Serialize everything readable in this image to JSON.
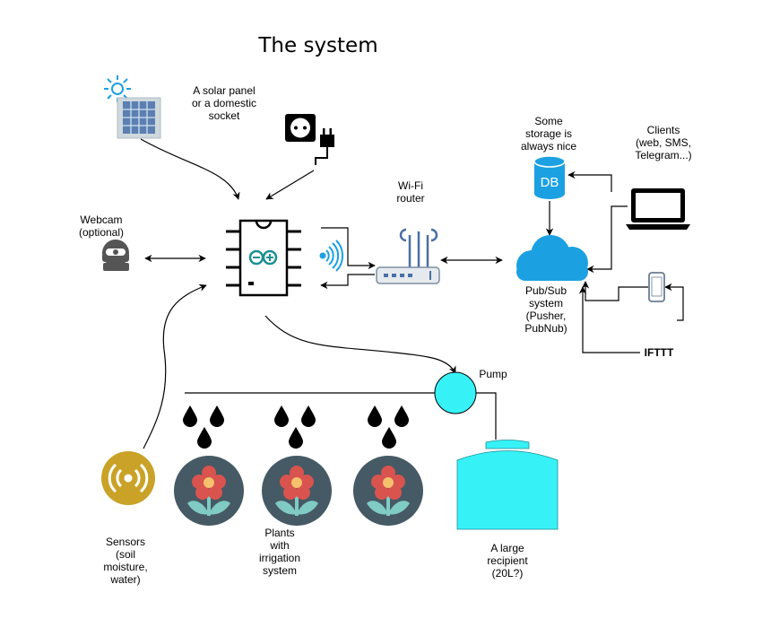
{
  "title": "The system",
  "labels": {
    "power": "A solar panel\nor a domestic\nsocket",
    "webcam": "Webcam\n(optional)",
    "wifi": "Wi-Fi\nrouter",
    "storage": "Some\nstorage is\nalways nice",
    "db": "DB",
    "clients": "Clients\n(web, SMS,\nTelegram...)",
    "pubsub": "Pub/Sub\nsystem\n(Pusher,\nPubNub)",
    "ifttt": "IFTTT",
    "pump": "Pump",
    "sensors": "Sensors\n(soil\nmoisture,\nwater)",
    "plants": "Plants\nwith\nirrigation\nsystem",
    "recipient": "A large\nrecipient\n(20L?)"
  },
  "colors": {
    "cyan": "#36f2f7",
    "cyan_stroke": "#1b8f93",
    "cloud": "#1ba1e2",
    "db": "#1ba1e2",
    "sensor": "#c9a227",
    "plant_bg": "#455a64",
    "flower": "#d9534f",
    "leaf": "#80cbc4"
  },
  "icons": [
    "sun-icon",
    "solar-panel-icon",
    "socket-icon",
    "plug-icon",
    "webcam-icon",
    "arduino-chip-icon",
    "wifi-signal-icon",
    "router-icon",
    "database-icon",
    "laptop-icon",
    "cloud-icon",
    "smartphone-icon",
    "pump-icon",
    "water-drop-icon",
    "plant-icon",
    "sensor-icon",
    "tank-icon"
  ]
}
